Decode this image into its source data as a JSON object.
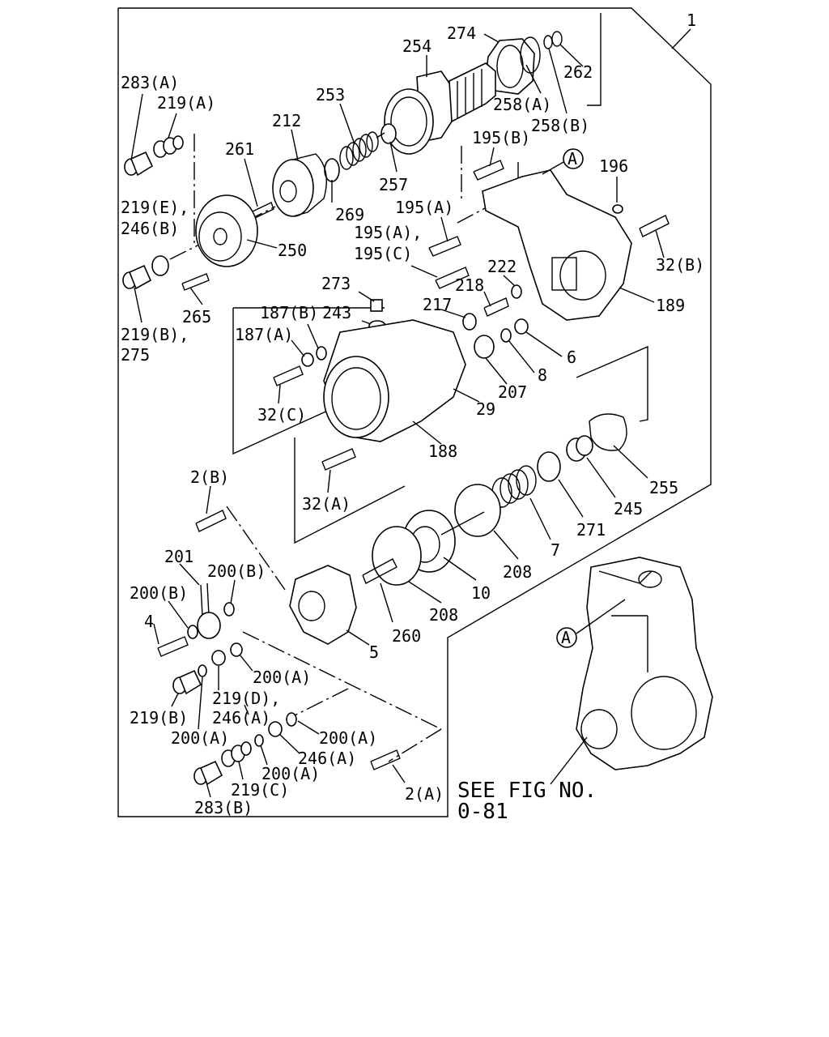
{
  "diagram": {
    "assembly_number": "1",
    "reference_marker": "A",
    "see_fig_line1": "SEE FIG NO.",
    "see_fig_line2": "0-81",
    "callouts": [
      {
        "id": "274",
        "text": "274"
      },
      {
        "id": "254",
        "text": "254"
      },
      {
        "id": "262",
        "text": "262"
      },
      {
        "id": "258a",
        "text": "258(A)"
      },
      {
        "id": "258b",
        "text": "258(B)"
      },
      {
        "id": "283a",
        "text": "283(A)"
      },
      {
        "id": "219a",
        "text": "219(A)"
      },
      {
        "id": "253",
        "text": "253"
      },
      {
        "id": "212",
        "text": "212"
      },
      {
        "id": "261",
        "text": "261"
      },
      {
        "id": "257",
        "text": "257"
      },
      {
        "id": "195b",
        "text": "195(B)"
      },
      {
        "id": "196",
        "text": "196"
      },
      {
        "id": "219e",
        "text": "219(E),"
      },
      {
        "id": "246b",
        "text": "246(B)"
      },
      {
        "id": "269",
        "text": "269"
      },
      {
        "id": "195a_1",
        "text": "195(A)"
      },
      {
        "id": "195a_2",
        "text": "195(A),"
      },
      {
        "id": "195c",
        "text": "195(C)"
      },
      {
        "id": "250",
        "text": "250"
      },
      {
        "id": "32b",
        "text": "32(B)"
      },
      {
        "id": "222",
        "text": "222"
      },
      {
        "id": "218",
        "text": "218"
      },
      {
        "id": "273",
        "text": "273"
      },
      {
        "id": "265",
        "text": "265"
      },
      {
        "id": "189",
        "text": "189"
      },
      {
        "id": "187b",
        "text": "187(B)"
      },
      {
        "id": "243",
        "text": "243"
      },
      {
        "id": "217",
        "text": "217"
      },
      {
        "id": "219b_1",
        "text": "219(B),"
      },
      {
        "id": "275",
        "text": "275"
      },
      {
        "id": "187a",
        "text": "187(A)"
      },
      {
        "id": "6",
        "text": "6"
      },
      {
        "id": "8",
        "text": "8"
      },
      {
        "id": "207",
        "text": "207"
      },
      {
        "id": "29",
        "text": "29"
      },
      {
        "id": "32c",
        "text": "32(C)"
      },
      {
        "id": "188",
        "text": "188"
      },
      {
        "id": "2b",
        "text": "2(B)"
      },
      {
        "id": "255",
        "text": "255"
      },
      {
        "id": "245",
        "text": "245"
      },
      {
        "id": "32a",
        "text": "32(A)"
      },
      {
        "id": "271",
        "text": "271"
      },
      {
        "id": "7",
        "text": "7"
      },
      {
        "id": "201",
        "text": "201"
      },
      {
        "id": "200b_1",
        "text": "200(B)"
      },
      {
        "id": "200b_2",
        "text": "200(B)"
      },
      {
        "id": "208_1",
        "text": "208"
      },
      {
        "id": "10",
        "text": "10"
      },
      {
        "id": "4",
        "text": "4"
      },
      {
        "id": "208_2",
        "text": "208"
      },
      {
        "id": "260",
        "text": "260"
      },
      {
        "id": "5",
        "text": "5"
      },
      {
        "id": "200a_1",
        "text": "200(A)"
      },
      {
        "id": "219d",
        "text": "219(D),"
      },
      {
        "id": "219b_2",
        "text": "219(B)"
      },
      {
        "id": "246a_1",
        "text": "246(A)"
      },
      {
        "id": "200a_2",
        "text": "200(A)"
      },
      {
        "id": "200a_3",
        "text": "200(A)"
      },
      {
        "id": "246a_2",
        "text": "246(A)"
      },
      {
        "id": "200a_4",
        "text": "200(A)"
      },
      {
        "id": "219c",
        "text": "219(C)"
      },
      {
        "id": "2a",
        "text": "2(A)"
      },
      {
        "id": "283b",
        "text": "283(B)"
      }
    ]
  }
}
